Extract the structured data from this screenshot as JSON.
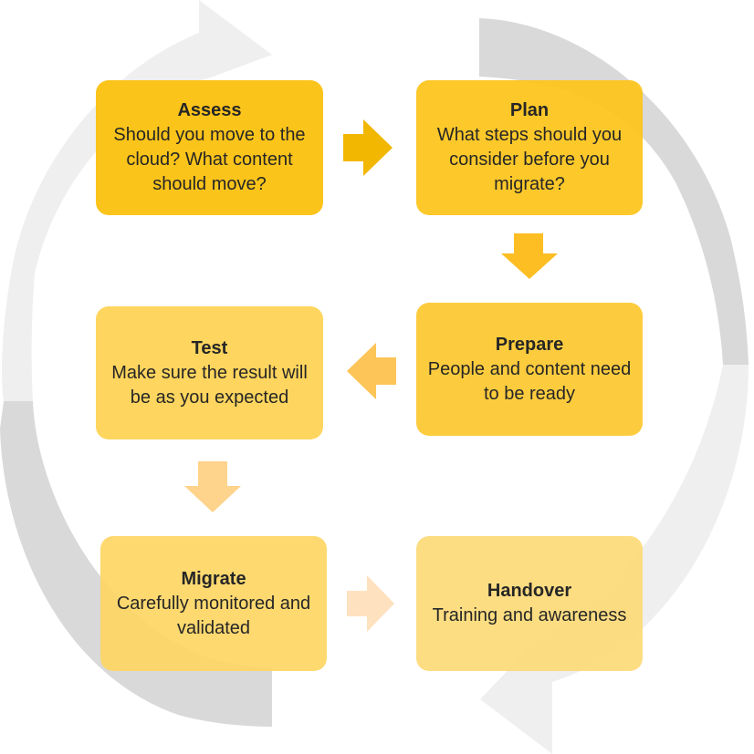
{
  "diagram": {
    "type": "cyclic process flow",
    "steps": [
      {
        "id": "assess",
        "title": "Assess",
        "description": "Should you move to the cloud? What content should move?"
      },
      {
        "id": "plan",
        "title": "Plan",
        "description": "What steps should you consider before you migrate?"
      },
      {
        "id": "prepare",
        "title": "Prepare",
        "description": "People and content need to be ready"
      },
      {
        "id": "test",
        "title": "Test",
        "description": "Make sure the result will be as you expected"
      },
      {
        "id": "migrate",
        "title": "Migrate",
        "description": "Carefully monitored and validated"
      },
      {
        "id": "handover",
        "title": "Handover",
        "description": "Training and awareness"
      }
    ],
    "connectors": [
      {
        "from": "assess",
        "to": "plan",
        "direction": "right",
        "color": "#f2b700"
      },
      {
        "from": "plan",
        "to": "prepare",
        "direction": "down",
        "color": "#fcbe22"
      },
      {
        "from": "prepare",
        "to": "test",
        "direction": "left",
        "color": "#fdc557"
      },
      {
        "from": "test",
        "to": "migrate",
        "direction": "down",
        "color": "#fed38b"
      },
      {
        "from": "migrate",
        "to": "handover",
        "direction": "right",
        "color": "#fee1bf"
      }
    ],
    "background_cycle": {
      "arrows": [
        "clockwise-top-left-arrow",
        "clockwise-right-arrow",
        "counterclockwise-bottom-right-arrow",
        "clockwise-left-arrow"
      ],
      "colors": {
        "light": "#efefef",
        "dark": "#d9d9d9"
      }
    }
  }
}
